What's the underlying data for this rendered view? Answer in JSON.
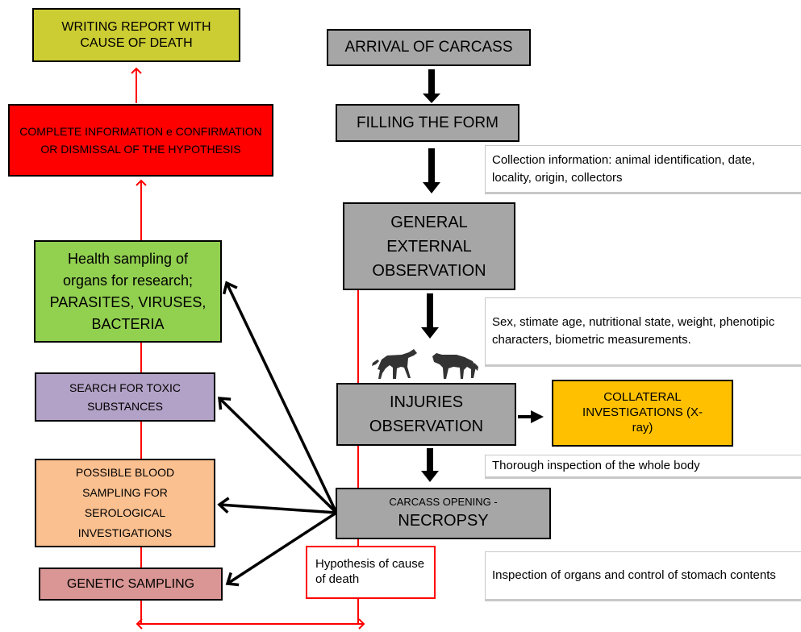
{
  "colors": {
    "gray_box": "#a6a6a6",
    "report": "#cccc33",
    "complete": "#ff0000",
    "health": "#92d050",
    "toxic": "#b3a2c7",
    "blood": "#fac090",
    "genetic": "#d99694",
    "collateral": "#ffc000",
    "red_line": "#ff0000",
    "black_arrow": "#000000"
  },
  "boxes": {
    "arrival": "ARRIVAL OF CARCASS",
    "filling": "FILLING THE FORM",
    "general": "GENERAL EXTERNAL OBSERVATION",
    "injuries": "INJURIES OBSERVATION",
    "necropsy_small": "CARCASS OPENING -",
    "necropsy_big": "NECROPSY",
    "collateral": "COLLATERAL INVESTIGATIONS (X-ray)",
    "report": "WRITING REPORT WITH CAUSE OF DEATH",
    "complete": "COMPLETE INFORMATION e CONFIRMATION OR DISMISSAL OF THE HYPOTHESIS",
    "health": "Health sampling of organs for research; PARASITES, VIRUSES, BACTERIA",
    "toxic": "SEARCH FOR TOXIC SUBSTANCES",
    "blood": "POSSIBLE BLOOD SAMPLING FOR SEROLOGICAL INVESTIGATIONS",
    "genetic": "GENETIC SAMPLING",
    "hypothesis": "Hypothesis of cause of death"
  },
  "notes": {
    "collection": "Collection information: animal identification, date, locality, origin, collectors",
    "sex": "Sex, stimate age, nutritional state, weight, phenotipic characters, biometric measurements.",
    "thorough": "Thorough inspection of the whole body",
    "inspection": "Inspection of organs and control of stomach contents"
  },
  "icons": [
    "animal-silhouette-left-icon",
    "animal-silhouette-right-icon"
  ]
}
